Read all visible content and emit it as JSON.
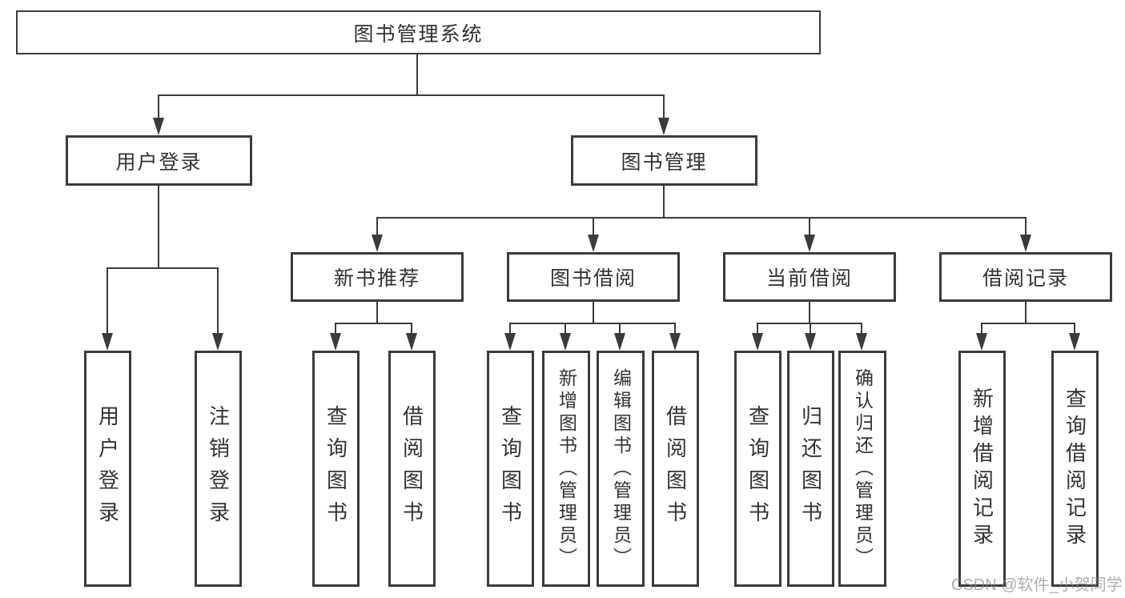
{
  "diagram": {
    "title": "图书管理系统",
    "watermark": "CSDN @软件_小贺同学",
    "branches": {
      "user_login": {
        "label": "用户登录",
        "children": [
          "用户登录",
          "注销登录"
        ]
      },
      "book_mgmt": {
        "label": "图书管理",
        "sections": {
          "new_books": {
            "label": "新书推荐",
            "children": [
              "查询图书",
              "借阅图书"
            ]
          },
          "book_borrow": {
            "label": "图书借阅",
            "children": [
              "查询图书",
              "新增图书（管理员）",
              "编辑图书（管理员）",
              "借阅图书"
            ]
          },
          "current_borrow": {
            "label": "当前借阅",
            "children": [
              "查询图书",
              "归还图书",
              "确认归还（管理员）"
            ]
          },
          "borrow_records": {
            "label": "借阅记录",
            "children": [
              "新增借阅记录",
              "查询借阅记录"
            ]
          }
        }
      }
    }
  },
  "colors": {
    "line": "#3b3b3b",
    "text": "#333333",
    "background": "#ffffff"
  }
}
